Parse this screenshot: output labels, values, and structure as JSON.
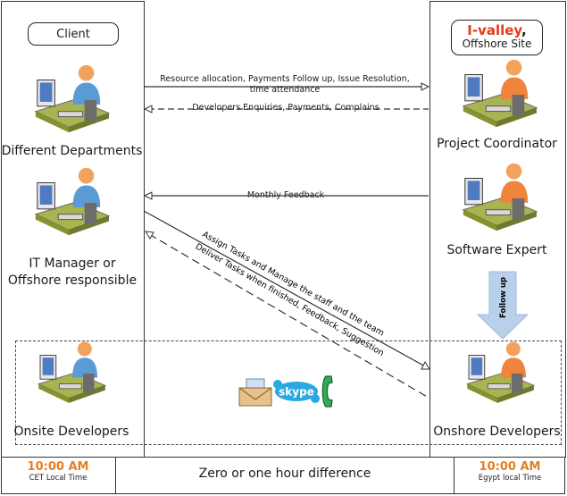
{
  "client": {
    "title": "Client"
  },
  "offshore": {
    "brand": "I-valley",
    "brand_suffix": ",",
    "site": "Offshore Site"
  },
  "roles_left": {
    "departments": "Different Departments",
    "it_manager": "IT Manager or Offshore responsible",
    "onsite": "Onsite Developers"
  },
  "roles_right": {
    "coordinator": "Project Coordinator",
    "expert": "Software Expert",
    "onshore": "Onshore Developers"
  },
  "arrows": {
    "resource": "Resource allocation, Payments Follow up, Issue Resolution, time attendance",
    "enquiries": "Developers Enquiries, Payments, Complains",
    "monthly": "Monthly Feedback",
    "assign": "Assign Tasks and Manage the staff and the team",
    "deliver": "Deliver Tasks when finished, Feedback, Suggestion",
    "follow_up": "Follow up"
  },
  "communication": {
    "skype": "skype"
  },
  "footer": {
    "left_time": "10:00 AM",
    "left_zone": "CET Local Time",
    "middle": "Zero or one hour difference",
    "right_time": "10:00 AM",
    "right_zone": "Egypt local Time"
  },
  "colors": {
    "brand": "#e23b1b",
    "time": "#e67e22",
    "skype": "#2aa8e0",
    "follow_arrow": "#b9d0ea"
  }
}
